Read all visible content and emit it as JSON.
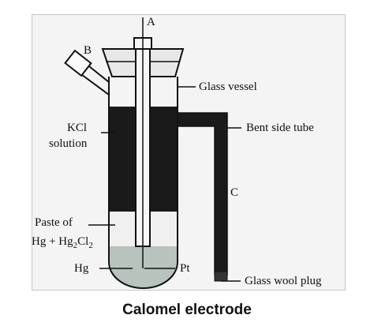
{
  "labels": {
    "a": "A",
    "b": "B",
    "c": "C",
    "glass_vessel": "Glass vessel",
    "kcl_line1": "KCl",
    "kcl_line2": "solution",
    "bent_side_tube": "Bent side tube",
    "paste_line1": "Paste of",
    "paste_line2_hg": "Hg + Hg",
    "paste_sub1": "2",
    "paste_cl": "Cl",
    "paste_sub2": "2",
    "hg": "Hg",
    "pt": "Pt",
    "glass_wool_plug": "Glass wool plug"
  },
  "caption": "Calomel electrode",
  "colors": {
    "kcl_fill": "#1a1a1a",
    "paste_fill": "#d2d2d2",
    "mercury_fill": "#b8c3bd",
    "outline": "#111111",
    "background": "#f4f4f4"
  }
}
